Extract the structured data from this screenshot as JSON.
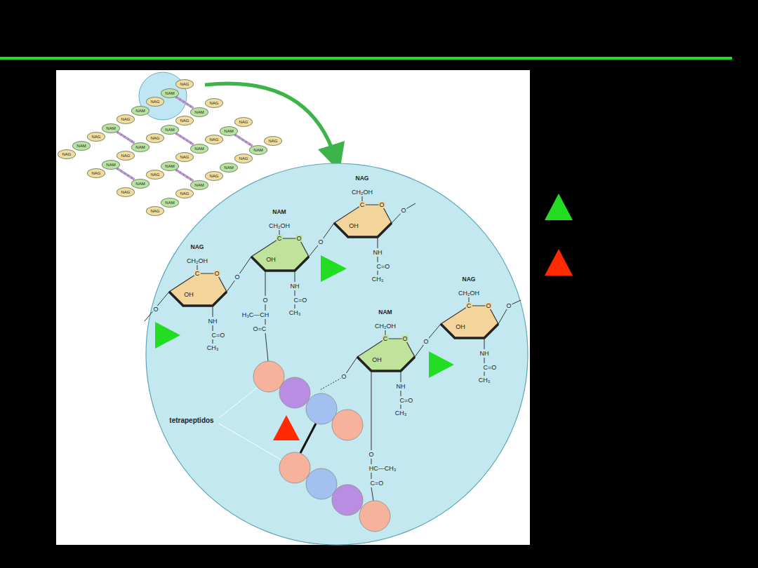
{
  "diagram": {
    "nodes": [
      {
        "text": [
          "NAG"
        ]
      },
      {
        "text": [
          "NAM"
        ]
      },
      {
        "text": [
          "NAG"
        ]
      },
      {
        "text": [
          "NAM"
        ]
      },
      {
        "text": [
          "NAG"
        ]
      },
      {
        "text": [
          "NAM"
        ]
      },
      {
        "text": [
          "NAG"
        ]
      },
      {
        "text": [
          "NAM"
        ]
      },
      {
        "text": [
          "NAG"
        ]
      },
      {
        "text": [
          "NAG"
        ]
      },
      {
        "text": [
          "NAM"
        ]
      },
      {
        "text": [
          "NAG"
        ]
      },
      {
        "text": [
          "NAM"
        ]
      },
      {
        "text": [
          "NAG"
        ]
      },
      {
        "text": [
          "NAM"
        ]
      },
      {
        "text": [
          "NAG"
        ]
      },
      {
        "text": [
          "NAM"
        ]
      },
      {
        "text": [
          "NAG"
        ]
      },
      {
        "text": [
          "NAG"
        ]
      },
      {
        "text": [
          "NAM"
        ]
      },
      {
        "text": [
          "NAG"
        ]
      },
      {
        "text": [
          "NAM"
        ]
      },
      {
        "text": [
          "NAG"
        ]
      },
      {
        "text": [
          "NAM"
        ]
      },
      {
        "text": [
          "NAG"
        ]
      },
      {
        "text": [
          "NAM"
        ]
      },
      {
        "text": [
          "NAG"
        ]
      },
      {
        "text": [
          "NAG"
        ]
      },
      {
        "text": [
          "NAM"
        ]
      },
      {
        "text": [
          "NAG"
        ]
      },
      {
        "text": [
          "NAM"
        ]
      },
      {
        "text": [
          "NAG"
        ]
      },
      {
        "text": [
          "NAM"
        ]
      },
      {
        "text": [
          "NAG"
        ]
      },
      {
        "text": [
          "NAM"
        ]
      },
      {
        "text": [
          "NAG"
        ]
      }
    ],
    "edges": [
      {
        "from": 7,
        "to": 16,
        "arrow": "none"
      },
      {
        "from": 3,
        "to": 12,
        "arrow": "none"
      },
      {
        "from": 14,
        "to": 23,
        "arrow": "none"
      },
      {
        "from": 10,
        "to": 19,
        "arrow": "none"
      },
      {
        "from": 25,
        "to": 34,
        "arrow": "none"
      },
      {
        "from": 21,
        "to": 30,
        "arrow": "none"
      }
    ],
    "labels": [
      "NAG",
      "CH₂OH",
      "C",
      "O",
      "OH",
      "NH",
      "C=O",
      "CH₃",
      "NAM",
      "CH₂OH",
      "C",
      "O",
      "OH",
      "NH",
      "C=O",
      "CH₃",
      "NAG",
      "CH₂OH",
      "C",
      "O",
      "OH",
      "NH",
      "C=O",
      "CH₃",
      "NAM",
      "CH₂OH",
      "C",
      "O",
      "OH",
      "NH",
      "C=O",
      "CH₃",
      "NAG",
      "CH₂OH",
      "C",
      "O",
      "OH",
      "NH",
      "C=O",
      "CH₃",
      "O",
      "O",
      "O",
      "O",
      "O",
      "O",
      "O",
      "O",
      "H₃C—CH",
      "O=C",
      "O",
      "HC—CH₃",
      "C=O",
      "tetrapeptidos"
    ]
  }
}
